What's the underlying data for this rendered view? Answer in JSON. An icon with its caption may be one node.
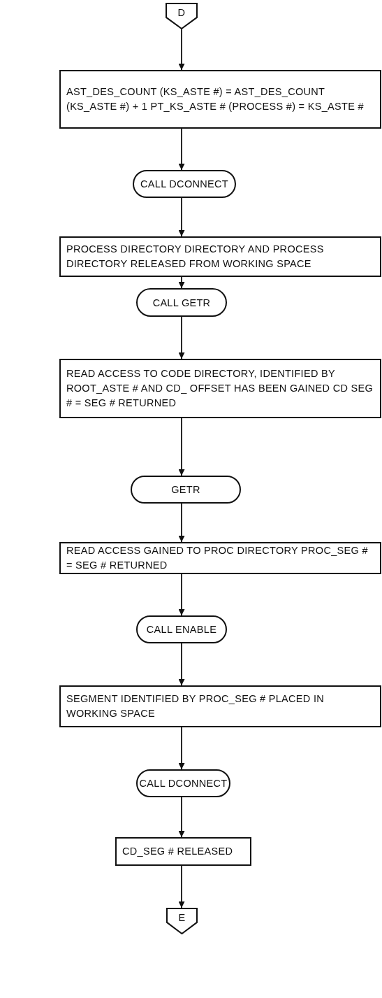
{
  "diagram": {
    "nodes": [
      {
        "text": [
          "D"
        ]
      },
      {
        "text": [
          "AST_DES_COUNT (KS_ASTE #) = AST_DES_COUNT (KS_ASTE #) + 1 PT_KS_ASTE # (PROCESS #) = KS_ASTE #"
        ]
      },
      {
        "text": [
          "CALL DCONNECT"
        ]
      },
      {
        "text": [
          "PROCESS DIRECTORY DIRECTORY AND PROCESS DIRECTORY RELEASED FROM WORKING SPACE"
        ]
      },
      {
        "text": [
          "CALL GETR"
        ]
      },
      {
        "text": [
          "READ ACCESS TO CODE DIRECTORY, IDENTIFIED BY ROOT_ASTE # AND CD_ OFFSET HAS BEEN GAINED CD SEG # = SEG # RETURNED"
        ]
      },
      {
        "text": [
          "GETR"
        ]
      },
      {
        "text": [
          "READ ACCESS GAINED TO PROC DIRECTORY PROC_SEG # = SEG # RETURNED"
        ]
      },
      {
        "text": [
          "CALL ENABLE"
        ]
      },
      {
        "text": [
          "SEGMENT IDENTIFIED BY PROC_SEG # PLACED IN WORKING SPACE"
        ]
      },
      {
        "text": [
          "CALL DCONNECT"
        ]
      },
      {
        "text": [
          "CD_SEG # RELEASED"
        ]
      },
      {
        "text": [
          "E"
        ]
      }
    ],
    "edges": [
      {
        "from": 0,
        "to": 1,
        "arrow": "to"
      },
      {
        "from": 1,
        "to": 2,
        "arrow": "to"
      },
      {
        "from": 2,
        "to": 3,
        "arrow": "to"
      },
      {
        "from": 3,
        "to": 4,
        "arrow": "to"
      },
      {
        "from": 4,
        "to": 5,
        "arrow": "to"
      },
      {
        "from": 5,
        "to": 6,
        "arrow": "to"
      },
      {
        "from": 6,
        "to": 7,
        "arrow": "to"
      },
      {
        "from": 7,
        "to": 8,
        "arrow": "to"
      },
      {
        "from": 8,
        "to": 9,
        "arrow": "to"
      },
      {
        "from": 9,
        "to": 10,
        "arrow": "to"
      },
      {
        "from": 10,
        "to": 11,
        "arrow": "to"
      },
      {
        "from": 11,
        "to": 12,
        "arrow": "to"
      }
    ]
  }
}
